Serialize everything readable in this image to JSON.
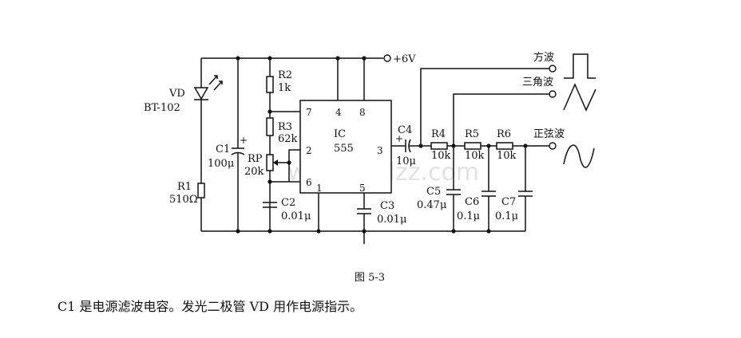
{
  "supply": "+6V",
  "ic": {
    "name": "IC",
    "part": "555",
    "pins": [
      "7",
      "4",
      "8",
      "2",
      "3",
      "6",
      "1",
      "5"
    ]
  },
  "components": {
    "vd": {
      "ref": "VD",
      "part": "BT-102"
    },
    "r1": {
      "ref": "R1",
      "value": "510Ω"
    },
    "c1": {
      "ref": "C1",
      "value": "100μ"
    },
    "r2": {
      "ref": "R2",
      "value": "1k"
    },
    "r3": {
      "ref": "R3",
      "value": "62k"
    },
    "rp": {
      "ref": "RP",
      "value": "20k"
    },
    "c2": {
      "ref": "C2",
      "value": "0.01μ"
    },
    "c3": {
      "ref": "C3",
      "value": "0.01μ"
    },
    "c4": {
      "ref": "C4",
      "value": "10μ"
    },
    "r4": {
      "ref": "R4",
      "value": "10k"
    },
    "r5": {
      "ref": "R5",
      "value": "10k"
    },
    "r6": {
      "ref": "R6",
      "value": "10k"
    },
    "c5": {
      "ref": "C5",
      "value": "0.47μ"
    },
    "c6": {
      "ref": "C6",
      "value": "0.1μ"
    },
    "c7": {
      "ref": "C7",
      "value": "0.1μ"
    }
  },
  "polarity": "+",
  "outputs": {
    "square": "方波",
    "triangle": "三角波",
    "sine": "正弦波"
  },
  "watermark": "www.cndzz.com",
  "figure_label": "图 5-3",
  "caption": "C1 是电源滤波电容。发光二极管 VD 用作电源指示。"
}
